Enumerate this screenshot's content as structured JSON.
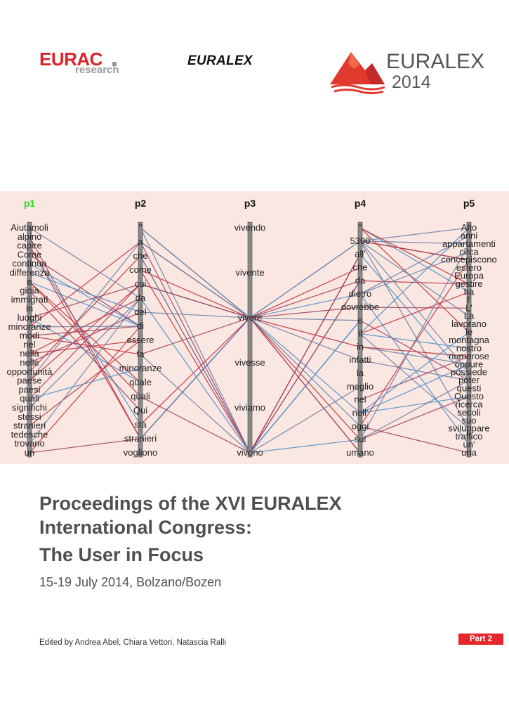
{
  "logos": {
    "eurac_main": "EURAC",
    "eurac_sub": "research",
    "euralex": "EURALEX",
    "euralex2014_name": "EURALEX",
    "euralex2014_year": "2014",
    "brand_red": "#e03a2f",
    "brand_dark_red": "#c22a2a"
  },
  "chart_data": {
    "type": "parallel-coordinates",
    "axes": [
      {
        "label": "p1",
        "label_color": "#22dd22",
        "words": [
          "Aiutamoli",
          "alpino",
          "capire",
          "Come",
          "continua",
          "differenza",
          "e",
          "gioia",
          "immigrati",
          "in",
          "luoghi",
          "minoranze",
          "modi",
          "nel",
          "nella",
          "nelle",
          "opportunità",
          "paese",
          "paesi",
          "quali",
          "significhi",
          "stessi",
          "stranieri",
          "tedesche",
          "trovano",
          "un"
        ]
      },
      {
        "label": "p2",
        "label_color": "#111111",
        "words": [
          "''",
          "a",
          "che",
          "come",
          "cui",
          "da",
          "del",
          "di",
          "essere",
          "fa",
          "minoranze",
          "quale",
          "quali",
          "Qui",
          "sta",
          "stranieri",
          "vogliono"
        ]
      },
      {
        "label": "p3",
        "label_color": "#111111",
        "words": [
          "vivendo",
          "vivente",
          "vivere",
          "vivesse",
          "viviamo",
          "vivono"
        ]
      },
      {
        "label": "p4",
        "label_color": "#111111",
        "words": [
          "''",
          "5300",
          "all'",
          "che",
          "da",
          "dietro",
          "dovrebbe",
          "e",
          "il",
          "in",
          "infatti",
          "la",
          "meglio",
          "nel",
          "nell'",
          "oggi",
          "sul",
          "umano"
        ]
      },
      {
        "label": "p5",
        "label_color": "#111111",
        "words": [
          "Alto",
          "anni",
          "appartamenti",
          "circa",
          "concepiscono",
          "estero",
          "Europa",
          "gestire",
          "ha",
          "l'",
          "L'",
          "La",
          "lavorano",
          "le",
          "montagna",
          "nostro",
          "numerose",
          "oppure",
          "possiede",
          "poter",
          "questi",
          "Questo",
          "ricerca",
          "secoli",
          "suo",
          "sviluppare",
          "traffico",
          "un'",
          "una"
        ]
      }
    ],
    "line_colors": [
      "#c0303c",
      "#6a7fa8",
      "#4a8ec8",
      "#a04060"
    ]
  },
  "title": {
    "line1": "Proceedings of the XVI EURALEX",
    "line2": "International Congress:",
    "subtitle": "The User in Focus",
    "dates": "15-19 July 2014, Bolzano/Bozen"
  },
  "editors": "Edited by Andrea Abel, Chiara Vettori, Natascia Ralli",
  "part_badge": "Part 2"
}
